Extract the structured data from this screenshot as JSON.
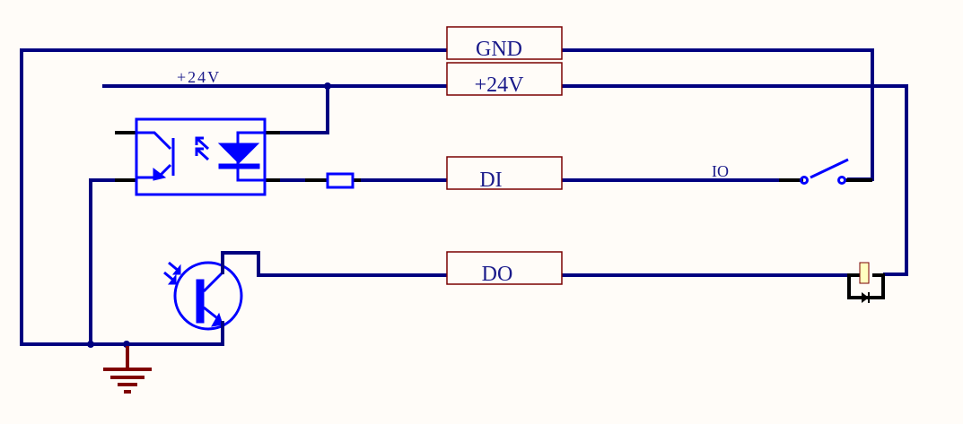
{
  "diagram": {
    "type": "electrical-schematic",
    "ports": [
      {
        "id": "gnd",
        "label": "GND"
      },
      {
        "id": "v24",
        "label": "+24V"
      },
      {
        "id": "di",
        "label": "DI"
      },
      {
        "id": "do",
        "label": "DO"
      }
    ],
    "net_labels": {
      "supply": "+24V",
      "io": "IO"
    },
    "components": [
      {
        "id": "optocoupler",
        "kind": "optocoupler (LED + phototransistor)"
      },
      {
        "id": "input-resistor",
        "kind": "resistor"
      },
      {
        "id": "io-switch",
        "kind": "switch (normally open)"
      },
      {
        "id": "phototransistor",
        "kind": "NPN phototransistor"
      },
      {
        "id": "load",
        "kind": "relay coil with flyback diode"
      },
      {
        "id": "ground",
        "kind": "ground symbol"
      }
    ],
    "colors": {
      "wire": "#000080",
      "component": "#0000ff",
      "port_border": "#7a0000",
      "ground": "#800000",
      "load_fill": "#ffffc0"
    }
  }
}
